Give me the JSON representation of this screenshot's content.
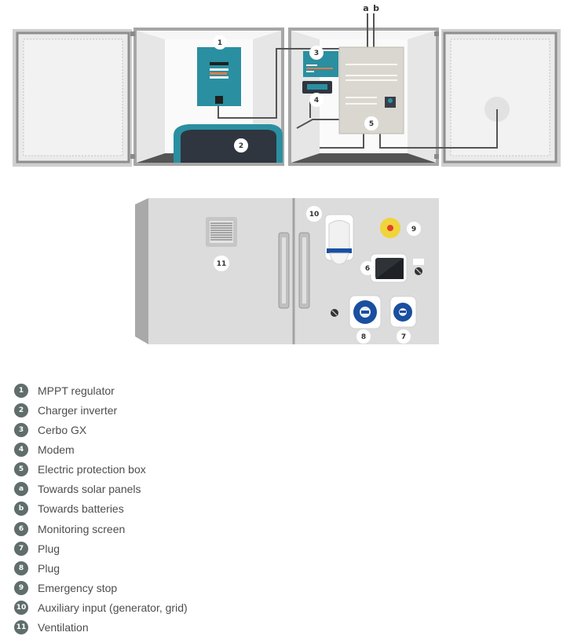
{
  "diagram": {
    "top_labels": {
      "a": "a",
      "b": "b"
    },
    "markers": {
      "m1": "1",
      "m2": "2",
      "m3": "3",
      "m4": "4",
      "m5": "5",
      "m6": "6",
      "m7": "7",
      "m8": "8",
      "m9": "9",
      "m10": "10",
      "m11": "11"
    },
    "colors": {
      "teal": "#2a8fa0",
      "cabinet_grey": "#dcdcdc",
      "frame_grey": "#9a9a9a",
      "cable": "#555555",
      "plug_blue": "#1a4fa0",
      "emergency_yellow": "#f1d33c",
      "emergency_red": "#e2402b",
      "badge_bg": "#ffffff"
    }
  },
  "legend": [
    {
      "id": "1",
      "label": "MPPT regulator"
    },
    {
      "id": "2",
      "label": "Charger inverter"
    },
    {
      "id": "3",
      "label": "Cerbo GX"
    },
    {
      "id": "4",
      "label": "Modem"
    },
    {
      "id": "5",
      "label": "Electric protection box"
    },
    {
      "id": "a",
      "label": "Towards solar panels"
    },
    {
      "id": "b",
      "label": "Towards batteries"
    },
    {
      "id": "6",
      "label": "Monitoring screen"
    },
    {
      "id": "7",
      "label": "Plug"
    },
    {
      "id": "8",
      "label": "Plug"
    },
    {
      "id": "9",
      "label": "Emergency stop"
    },
    {
      "id": "10",
      "label": "Auxiliary input (generator, grid)"
    },
    {
      "id": "11",
      "label": "Ventilation"
    }
  ]
}
